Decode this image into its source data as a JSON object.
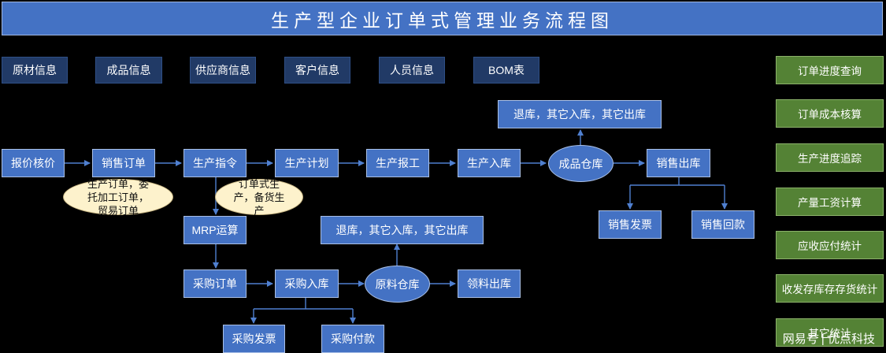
{
  "title": "生产型企业订单式管理业务流程图",
  "master_data": [
    "原材信息",
    "成品信息",
    "供应商信息",
    "客户信息",
    "人员信息",
    "BOM表"
  ],
  "sidebar": [
    "订单进度查询",
    "订单成本核算",
    "生产进度追踪",
    "产量工资计算",
    "应收应付统计",
    "收发存库存存货统计",
    "其它统计"
  ],
  "flow": {
    "quote": "报价核价",
    "sales_order": "销售订单",
    "production_order": "生产指令",
    "production_plan": "生产计划",
    "production_report": "生产报工",
    "production_in": "生产入库",
    "finished_warehouse": "成品仓库",
    "finished_returns": "退库，其它入库，其它出库",
    "sales_out": "销售出库",
    "sales_invoice": "销售发票",
    "sales_payment": "销售回款",
    "mrp": "MRP运算",
    "purchase_order": "采购订单",
    "purchase_in": "采购入库",
    "material_warehouse": "原料仓库",
    "material_returns": "退库，其它入库，其它出库",
    "material_out": "领料出库",
    "purchase_invoice": "采购发票",
    "purchase_payment": "采购付款"
  },
  "notes": {
    "order_types": "生产订单，委托加工订单，贸易订单",
    "production_modes": "订单式生产，备货生产"
  },
  "watermark": "网易号 | 优点科技",
  "colors": {
    "title": "#4472c4",
    "process": "#4472c4",
    "master_data": "#213a66",
    "sidebar": "#548235",
    "note": "#fdf2cc"
  }
}
